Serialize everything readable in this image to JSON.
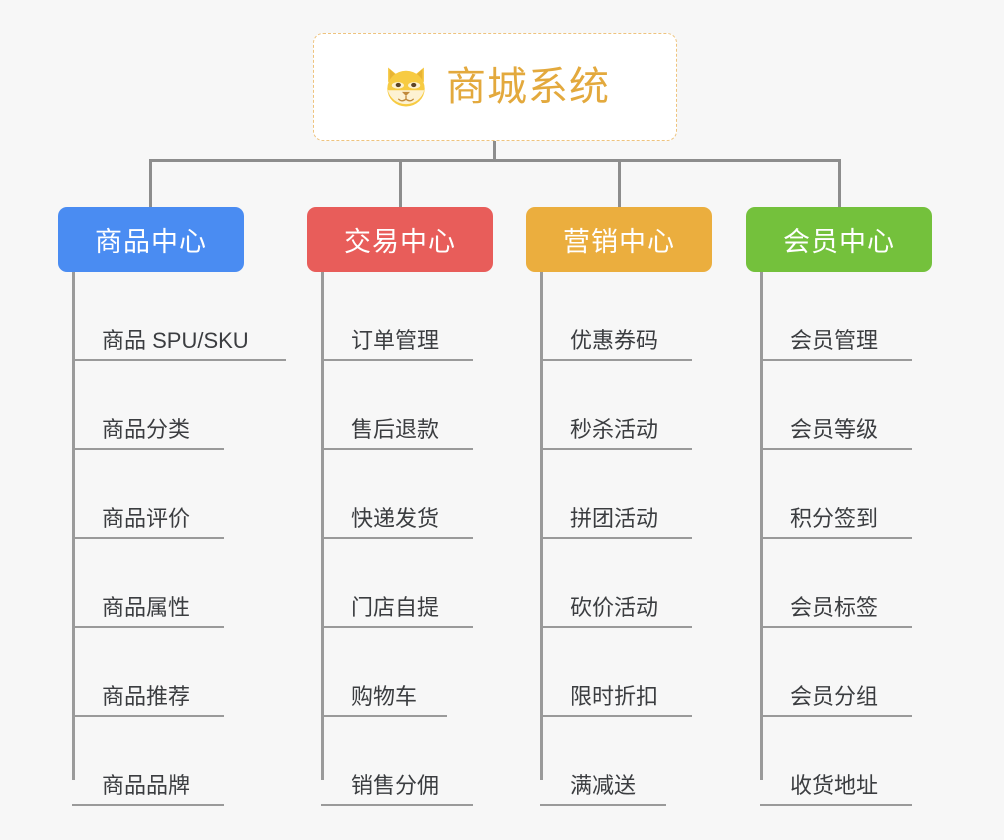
{
  "diagram": {
    "type": "mind-map",
    "background_color": "#f7f7f7",
    "connector_color": "#8d8d8d"
  },
  "root": {
    "title": "商城系统",
    "icon": "shiba-dog-face-emoji",
    "text_color": "#e3a93d",
    "border_color": "#eec37e",
    "background_color": "#ffffff"
  },
  "categories": [
    {
      "label": "商品中心",
      "color": "#4a8cf2",
      "items": [
        "商品 SPU/SKU",
        "商品分类",
        "商品评价",
        "商品属性",
        "商品推荐",
        "商品品牌"
      ]
    },
    {
      "label": "交易中心",
      "color": "#e85d5a",
      "items": [
        "订单管理",
        "售后退款",
        "快递发货",
        "门店自提",
        "购物车",
        "销售分佣"
      ]
    },
    {
      "label": "营销中心",
      "color": "#ebae3e",
      "items": [
        "优惠券码",
        "秒杀活动",
        "拼团活动",
        "砍价活动",
        "限时折扣",
        "满减送"
      ]
    },
    {
      "label": "会员中心",
      "color": "#74c13c",
      "items": [
        "会员管理",
        "会员等级",
        "积分签到",
        "会员标签",
        "会员分组",
        "收货地址"
      ]
    }
  ]
}
